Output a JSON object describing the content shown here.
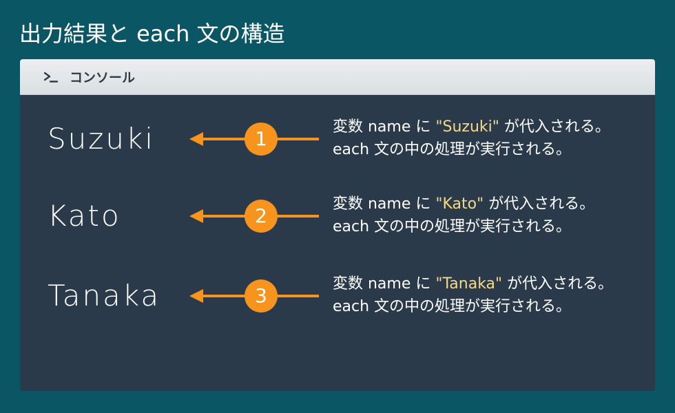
{
  "title": "出力結果と each 文の構造",
  "console": {
    "title": "コンソール",
    "icon": "terminal-prompt-icon"
  },
  "colors": {
    "background": "#0a5664",
    "console_body": "#2b3a4a",
    "accent": "#f7941d",
    "string_literal": "#f5d98a"
  },
  "rows": [
    {
      "output": "Suzuki",
      "step": "1",
      "desc_prefix": "変数 name に ",
      "desc_value": "\"Suzuki\"",
      "desc_suffix": " が代入される。",
      "desc_line2": "each 文の中の処理が実行される。"
    },
    {
      "output": "Kato",
      "step": "2",
      "desc_prefix": "変数 name に ",
      "desc_value": "\"Kato\"",
      "desc_suffix": " が代入される。",
      "desc_line2": "each 文の中の処理が実行される。"
    },
    {
      "output": "Tanaka",
      "step": "3",
      "desc_prefix": "変数 name に ",
      "desc_value": "\"Tanaka\"",
      "desc_suffix": " が代入される。",
      "desc_line2": "each 文の中の処理が実行される。"
    }
  ]
}
